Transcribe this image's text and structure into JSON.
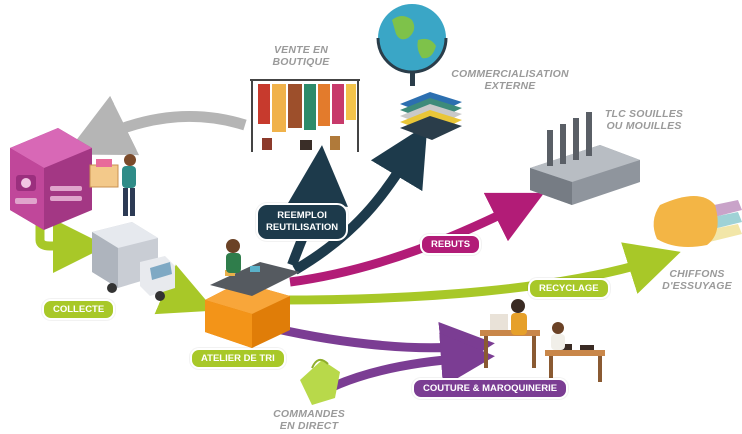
{
  "labels": {
    "vente": [
      "VENTE EN",
      "BOUTIQUE"
    ],
    "commercialisation": [
      "COMMERCIALISATION",
      "EXTERNE"
    ],
    "tlc": [
      "TLC SOUILLES",
      "OU MOUILLES"
    ],
    "chiffons": [
      "CHIFFONS",
      "D'ESSUYAGE"
    ],
    "commandes": [
      "COMMANDES",
      "EN DIRECT"
    ]
  },
  "pills": {
    "reemploi": [
      "REEMPLOI",
      "REUTILISATION"
    ],
    "rebuts": "REBUTS",
    "recyclage": "RECYCLAGE",
    "collecte": "COLLECTE",
    "atelier": "ATELIER DE TRI",
    "couture": "COUTURE & MAROQUINERIE"
  },
  "colors": {
    "navy": "#1d3a4b",
    "magenta": "#b21c77",
    "lime": "#a8c828",
    "purple": "#7b3d93",
    "grey_arrow": "#b5b5b5",
    "orange": "#f39418",
    "container_pink": "#c0479a"
  },
  "icons": [
    "recycling-container-icon",
    "delivery-truck-icon",
    "sorting-workshop-icon",
    "clothes-rack-icon",
    "globe-icon",
    "factory-icon",
    "rags-icon",
    "tote-bag-icon",
    "tailor-workshop-icon"
  ]
}
